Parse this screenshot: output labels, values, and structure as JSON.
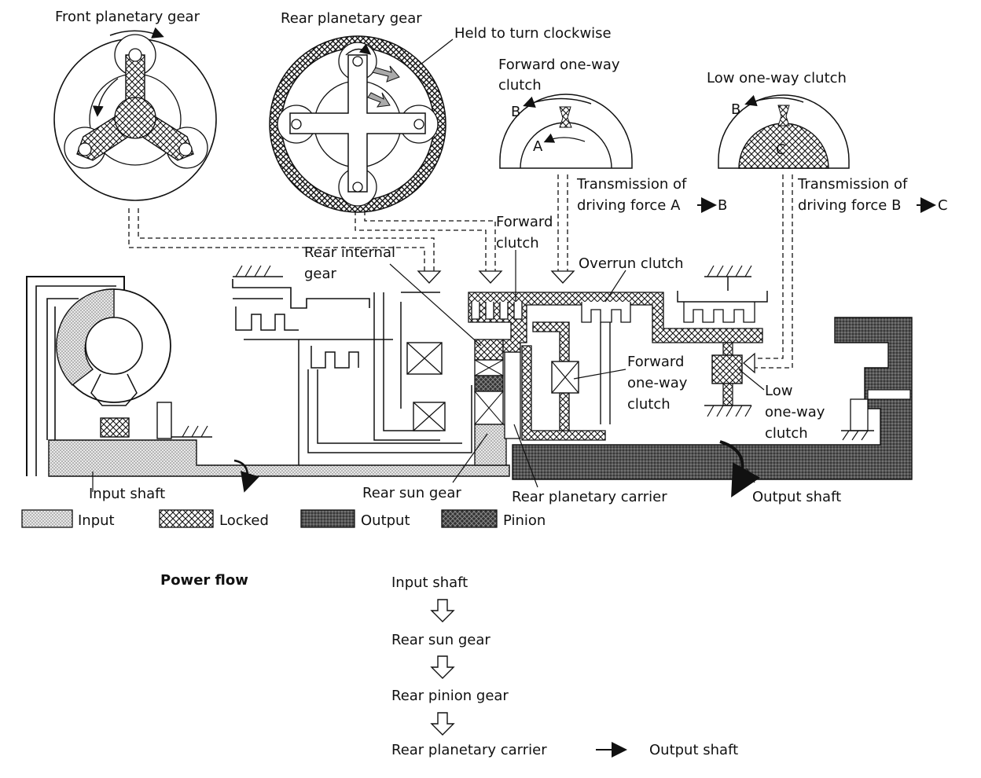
{
  "gears": {
    "front_title": "Front planetary gear",
    "rear_title": "Rear planetary gear",
    "held_note": "Held to turn clockwise"
  },
  "forward_owc_top": {
    "title_line1": "Forward one-way",
    "title_line2": "clutch",
    "pt_a": "A",
    "pt_b": "B",
    "transmission_line1": "Transmission of",
    "transmission_line2": "driving force A",
    "transmission_end": "B"
  },
  "low_owc_top": {
    "title": "Low one-way clutch",
    "pt_b": "B",
    "pt_c": "C",
    "transmission_line1": "Transmission of",
    "transmission_line2": "driving force B",
    "transmission_end": "C"
  },
  "section_labels": {
    "forward_clutch_1": "Forward",
    "forward_clutch_2": "clutch",
    "rear_internal_1": "Rear internal",
    "rear_internal_2": "gear",
    "overrun_clutch": "Overrun clutch",
    "forward_owc_1": "Forward",
    "forward_owc_2": "one-way",
    "forward_owc_3": "clutch",
    "low_owc_1": "Low",
    "low_owc_2": "one-way",
    "low_owc_3": "clutch",
    "input_shaft": "Input shaft",
    "rear_sun_gear": "Rear sun gear",
    "rear_planetary_carrier": "Rear planetary carrier",
    "output_shaft": "Output shaft"
  },
  "legend": {
    "input": "Input",
    "locked": "Locked",
    "output": "Output",
    "pinion": "Pinion"
  },
  "power_flow": {
    "title": "Power flow",
    "steps": [
      "Input shaft",
      "Rear sun gear",
      "Rear pinion gear",
      "Rear planetary carrier"
    ],
    "final": "Output shaft"
  }
}
